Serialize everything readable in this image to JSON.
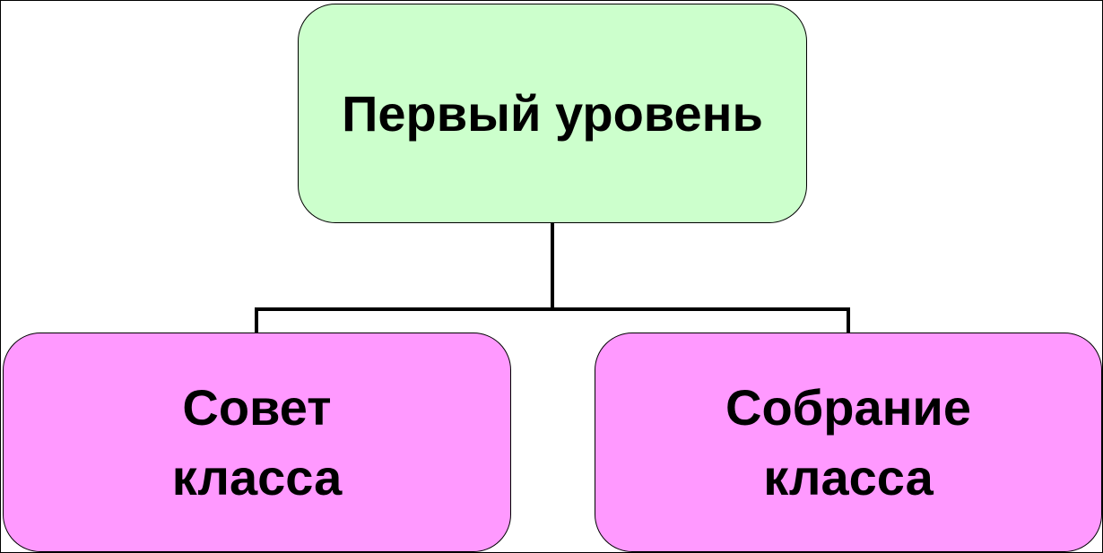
{
  "nodes": {
    "root": {
      "label": "Первый уровень",
      "color": "#ccffcc"
    },
    "left": {
      "label": "Совет\nкласса",
      "color": "#ff99ff"
    },
    "right": {
      "label": "Собрание\nкласса",
      "color": "#ff99ff"
    }
  },
  "edges": [
    {
      "from": "root",
      "to": "left"
    },
    {
      "from": "root",
      "to": "right"
    }
  ],
  "colors": {
    "line": "#000000",
    "border": "#000000",
    "background": "#ffffff"
  }
}
